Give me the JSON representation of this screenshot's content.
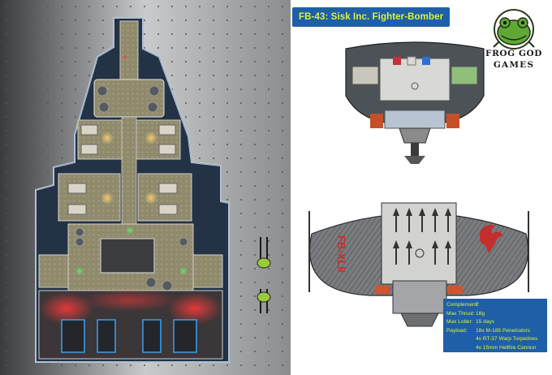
{
  "title": "FB-43: Sisk Inc. Fighter-Bomber",
  "logo": {
    "line1": "FROG GOD",
    "line2": "GAMES",
    "icon": "frog-icon"
  },
  "hull_marking": "FB-XLII",
  "stats": [
    {
      "label": "Complement:",
      "value": "2"
    },
    {
      "label": "Max Thrust:",
      "value": "18g"
    },
    {
      "label": "Max Loiter:",
      "value": "15 days"
    },
    {
      "label": "Payload:",
      "value": "18x M-185 Penetrators"
    },
    {
      "label": "",
      "value": "4x RT-37 Warp Torpedoes"
    },
    {
      "label": "",
      "value": "4x 15mm Hellfire Cannon"
    }
  ],
  "colors": {
    "title_bg": "#1f5fa7",
    "title_text": "#d9f23a",
    "hull_dark": "#233244",
    "thruster_red": "#d8262b",
    "frog_green": "#5fa836",
    "accent_red": "#c42e2e"
  }
}
